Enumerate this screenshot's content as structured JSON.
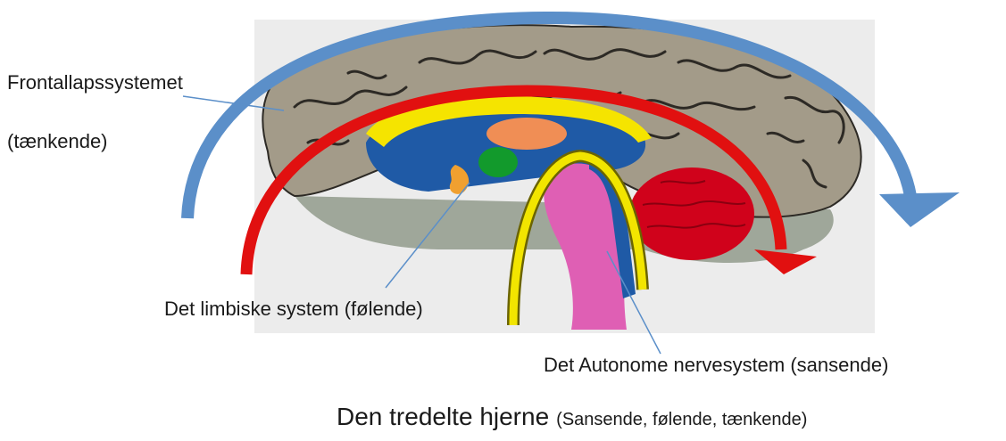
{
  "labels": {
    "frontal": "Frontallapssystemet",
    "thinking": "(tænkende)",
    "limbic": "Det limbiske system (følende)",
    "autonomic": "Det Autonome nervesystem (sansende)"
  },
  "title": {
    "main": "Den tredelte hjerne",
    "sub": "(Sansende, følende, tænkende)"
  },
  "colors": {
    "cortex": "#a39b89",
    "brain_background": "#ececec",
    "blue_arrow": "#5b8fc9",
    "red_arrow": "#e11010",
    "yellow_arch": "#f2e500",
    "limbic_yellow": "#f5e400",
    "limbic_blue": "#1f5aa6",
    "thalamus_orange": "#f08e55",
    "amygdala_green": "#129a2c",
    "brainstem_pink": "#df5fb4",
    "cerebellum_red": "#d0021b",
    "pointer_line": "#5b8fc9"
  },
  "icons": [
    "brain-illustration",
    "blue-arc-arrow",
    "red-arc-arrow",
    "yellow-arch"
  ]
}
